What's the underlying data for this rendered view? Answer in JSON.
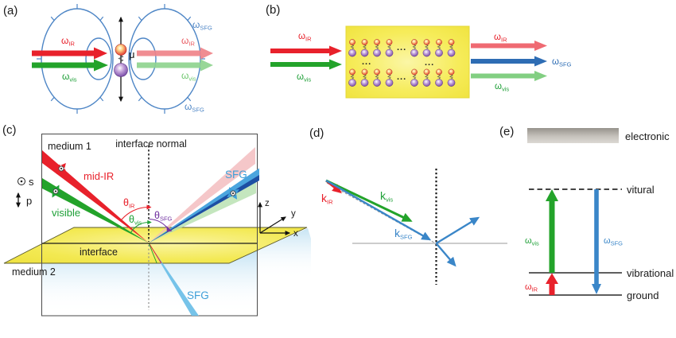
{
  "title": "SFG spectroscopy principle figure",
  "tags": {
    "a": "(a)",
    "b": "(b)",
    "c": "(c)",
    "d": "(d)",
    "e": "(e)"
  },
  "symbols": {
    "omega": "ω",
    "theta": "θ",
    "mu": "μ",
    "k": "k",
    "sub_ir": "IR",
    "sub_vis": "vis",
    "sub_sfg": "SFG",
    "dots": "..."
  },
  "panel_c": {
    "medium1": "medium 1",
    "interface_normal": "interface normal",
    "mid_ir": "mid-IR",
    "visible": "visible",
    "interface": "interface",
    "medium2": "medium 2",
    "sfg": "SFG",
    "s": "s",
    "p": "p",
    "axis_x": "x",
    "axis_y": "y",
    "axis_z": "z"
  },
  "panel_e": {
    "electronic": "electronic",
    "vitural": "vitural",
    "vibrational": "vibrational",
    "ground": "ground"
  },
  "colors": {
    "red": "#e8212b",
    "green": "#1fa038",
    "light_red": "#ef6a72",
    "light_green": "#8fd48f",
    "blue": "#2e6db4",
    "sky_blue": "#3f9fd8",
    "dark_blue": "#1d4fa3",
    "lobe_blue": "#4e86c6",
    "purple": "#7030a0",
    "interface_yellow": "#f2e74b",
    "electronic_gray": "#c7c4bf",
    "red_sphere": "#e33030",
    "purple_sphere": "#7446a5"
  }
}
